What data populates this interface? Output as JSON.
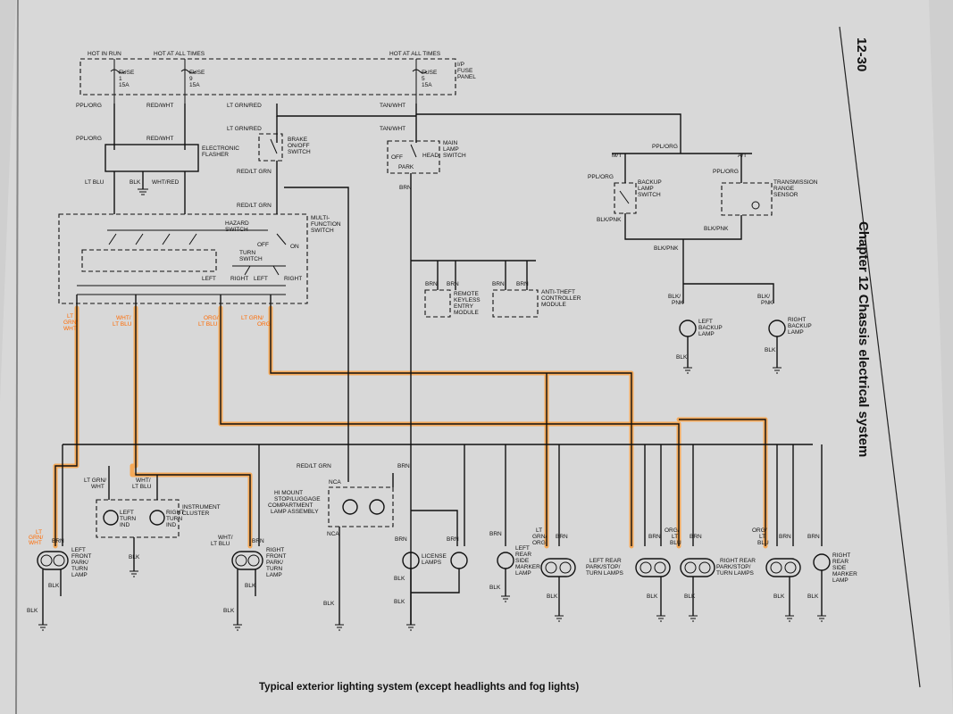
{
  "page": {
    "number": "12-30",
    "chapter_title": "Chapter 12  Chassis electrical system",
    "caption": "Typical exterior lighting system (except headlights and fog lights)"
  },
  "colors": {
    "paper": "#d8d8d8",
    "ink": "#111111",
    "highlight": "#ff9a2e"
  },
  "labels": {
    "hot_in_run": "HOT IN RUN",
    "hot_at_all_times_1": "HOT AT ALL TIMES",
    "hot_at_all_times_2": "HOT AT ALL TIMES",
    "ip_fuse_panel": [
      "I/P",
      "FUSE",
      "PANEL"
    ],
    "fuse1": [
      "FUSE",
      "1",
      "15A"
    ],
    "fuse9": [
      "FUSE",
      "9",
      "15A"
    ],
    "fuse5": [
      "FUSE",
      "5",
      "15A"
    ],
    "ppl_org_1": "PPL/ORG",
    "red_wht_1": "RED/WHT",
    "lt_grn_red_1": "LT GRN/RED",
    "tan_wht_1": "TAN/WHT",
    "lt_grn_red_2": "LT GRN/RED",
    "tan_wht_2": "TAN/WHT",
    "ppl_org_2": "PPL/ORG",
    "red_wht_2": "RED/WHT",
    "electronic_flasher": [
      "ELECTRONIC",
      "FLASHER"
    ],
    "brake_switch": [
      "BRAKE",
      "ON/OFF",
      "SWITCH"
    ],
    "red_lt_grn_1": "RED/LT GRN",
    "red_lt_grn_2": "RED/LT GRN",
    "lt_blu": "LT BLU",
    "blk_flasher": "BLK",
    "wht_red": "WHT/RED",
    "main_lamp_switch": [
      "MAIN",
      "LAMP",
      "SWITCH"
    ],
    "off": "OFF",
    "park": "PARK",
    "head": "HEAD",
    "brn_main": "BRN",
    "multi_function_switch": [
      "MULTI-",
      "FUNCTION",
      "SWITCH"
    ],
    "hazard_switch": [
      "HAZARD",
      "SWITCH"
    ],
    "off2": "OFF",
    "on": "ON",
    "turn_switch": [
      "TURN",
      "SWITCH"
    ],
    "left_a": "LEFT",
    "right_a": "RIGHT",
    "left_b": "LEFT",
    "right_b": "RIGHT",
    "mf_out_1": [
      "LT",
      "GRN/",
      "WHT"
    ],
    "mf_out_2": [
      "WHT/",
      "LT BLU"
    ],
    "mf_out_3": [
      "ORG/",
      "LT BLU"
    ],
    "mf_out_4": [
      "LT GRN/",
      "ORG"
    ],
    "ppl_org_3": "PPL/ORG",
    "m_t": "M/T",
    "a_t": "A/T",
    "ppl_org_4": "PPL/ORG",
    "ppl_org_5": "PPL/ORG",
    "backup_lamp_switch": [
      "BACKUP",
      "LAMP",
      "SWITCH"
    ],
    "trs": [
      "TRANSMISSION",
      "RANGE",
      "SENSOR"
    ],
    "blk_pnk_1": "BLK/PNK",
    "blk_pnk_2": "BLK/PNK",
    "blk_pnk_3": "BLK/PNK",
    "blk_pnk_4": [
      "BLK/",
      "PNK"
    ],
    "blk_pnk_5": [
      "BLK/",
      "PNK"
    ],
    "left_backup_lamp": [
      "LEFT",
      "BACKUP",
      "LAMP"
    ],
    "right_backup_lamp": [
      "RIGHT",
      "BACKUP",
      "LAMP"
    ],
    "blk_bk1": "BLK",
    "blk_bk2": "BLK",
    "brn_r1": "BRN",
    "brn_r2": "BRN",
    "brn_a1": "BRN",
    "brn_a2": "BRN",
    "remote_keyless": [
      "REMOTE",
      "KEYLESS",
      "ENTRY",
      "MODULE"
    ],
    "anti_theft": [
      "ANTI-THEFT",
      "CONTROLLER",
      "MODULE"
    ],
    "lt_grn_wht_ic": [
      "LT GRN/",
      "WHT"
    ],
    "wht_lt_blu_ic": [
      "WHT/",
      "LT BLU"
    ],
    "left_turn_ind": [
      "LEFT",
      "TURN",
      "IND"
    ],
    "right_turn_ind": [
      "RIGHT",
      "TURN",
      "IND"
    ],
    "instrument_cluster": [
      "INSTRUMENT",
      "CLUSTER"
    ],
    "red_lt_grn_3": "RED/LT GRN",
    "brn_hm": "BRN",
    "nca_1": "NCA",
    "nca_2": "NCA",
    "hi_mount": [
      "HI MOUNT",
      "STOP/LUGGAGE",
      "COMPARTMENT",
      "LAMP ASSEMBLY"
    ],
    "lf_wire": [
      "LT",
      "GRN/",
      "WHT"
    ],
    "brn_lf": "BRN",
    "left_front_lamp": [
      "LEFT",
      "FRONT",
      "PARK/",
      "TURN",
      "LAMP"
    ],
    "blk_lf": "BLK",
    "blk_lf2": "BLK",
    "blk_ic": "BLK",
    "rf_wire": [
      "WHT/",
      "LT BLU"
    ],
    "brn_rf": "BRN",
    "right_front_lamp": [
      "RIGHT",
      "FRONT",
      "PARK/",
      "TURN",
      "LAMP"
    ],
    "blk_rf": "BLK",
    "blk_rf2": "BLK",
    "blk_hm": "BLK",
    "brn_lic1": "BRN",
    "brn_lic2": "BRN",
    "license_lamps": [
      "LICENSE",
      "LAMPS"
    ],
    "blk_lic": "BLK",
    "blk_lic2": "BLK",
    "brn_lrs": "BRN",
    "left_rear_side": [
      "LEFT",
      "REAR",
      "SIDE",
      "MARKER",
      "LAMP"
    ],
    "blk_lrs": "BLK",
    "lr_wire": [
      "LT",
      "GRN/",
      "ORG"
    ],
    "brn_lr1": "BRN",
    "brn_lr2": "BRN",
    "left_rear_lamps": [
      "LEFT REAR",
      "PARK/STOP/",
      "TURN LAMPS"
    ],
    "blk_lr1": "BLK",
    "blk_lr2": "BLK",
    "rr_wire_1": [
      "ORG/",
      "LT",
      "BLU"
    ],
    "rr_wire_2": [
      "ORG/",
      "LT",
      "BLU"
    ],
    "brn_rr1": "BRN",
    "brn_rr2": "BRN",
    "right_rear_lamps": [
      "RIGHT REAR",
      "PARK/STOP/",
      "TURN LAMPS"
    ],
    "blk_rr1": "BLK",
    "blk_rr2": "BLK",
    "brn_rrs": "BRN",
    "right_rear_side": [
      "RIGHT",
      "REAR",
      "SIDE",
      "MARKER",
      "LAMP"
    ],
    "blk_rrs": "BLK"
  }
}
